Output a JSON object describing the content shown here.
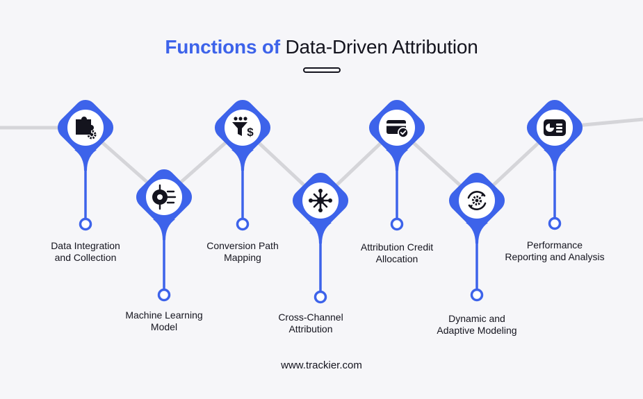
{
  "title": {
    "accent": "Functions of",
    "rest": "Data-Driven Attribution"
  },
  "colors": {
    "accent": "#3d63ea",
    "text": "#14141e",
    "line": "#d5d5d9",
    "background": "#f6f6f9"
  },
  "steps": [
    {
      "label": "Data Integration\nand Collection",
      "icon": "puzzle-gear-icon"
    },
    {
      "label": "Machine Learning\nModel",
      "icon": "ai-chip-icon"
    },
    {
      "label": "Conversion Path\nMapping",
      "icon": "funnel-dollar-icon"
    },
    {
      "label": "Cross-Channel\nAttribution",
      "icon": "network-hub-icon"
    },
    {
      "label": "Attribution Credit\nAllocation",
      "icon": "card-check-icon"
    },
    {
      "label": "Dynamic and\nAdaptive Modeling",
      "icon": "refresh-gear-icon"
    },
    {
      "label": "Performance\nReporting and Analysis",
      "icon": "dashboard-chart-icon"
    }
  ],
  "footer": "www.trackier.com"
}
